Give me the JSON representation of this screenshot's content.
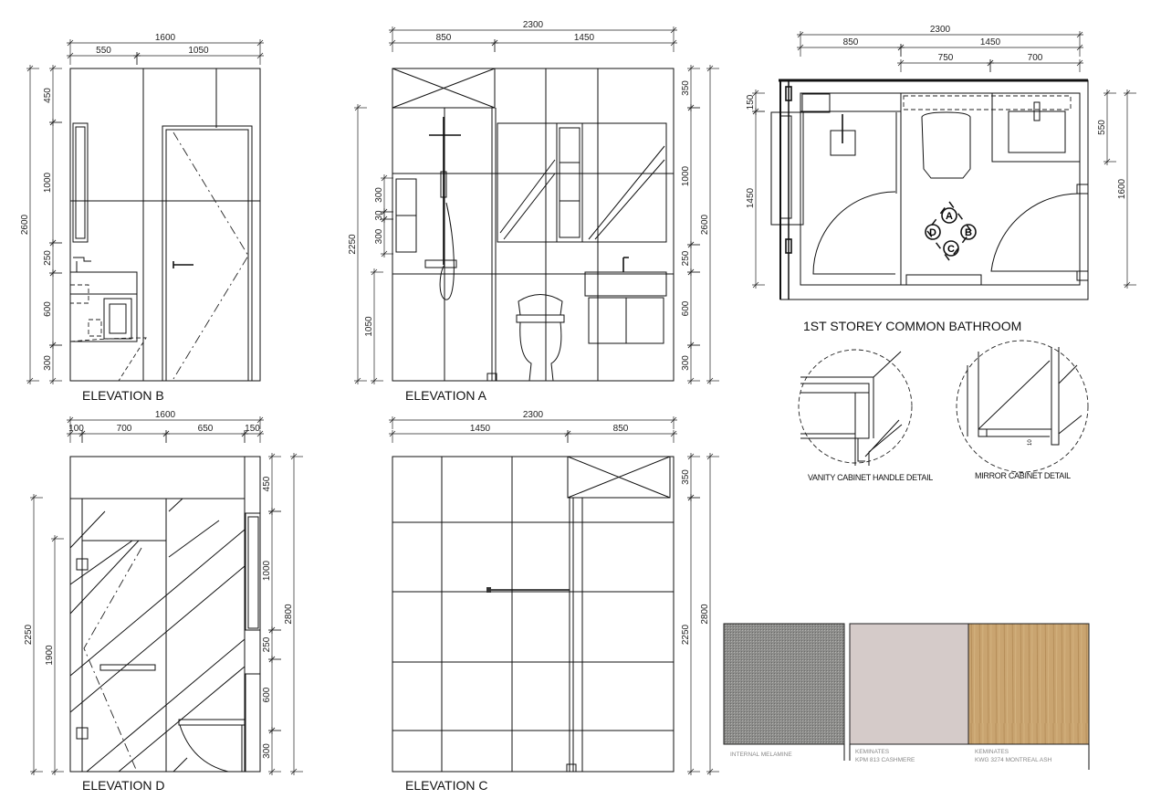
{
  "titles": {
    "elevation_b": "ELEVATION B",
    "elevation_a": "ELEVATION A",
    "elevation_d": "ELEVATION D",
    "elevation_c": "ELEVATION C",
    "plan": "1ST STOREY COMMON BATHROOM",
    "detail_vanity": "VANITY CABINET HANDLE DETAIL",
    "detail_mirror": "MIRROR CABINET DETAIL",
    "detail_mirror_dim": "10"
  },
  "plan_markers": [
    "A",
    "B",
    "C",
    "D"
  ],
  "dims": {
    "elevation_b": [
      "1600",
      "550",
      "1050",
      "2600",
      "450",
      "1000",
      "250",
      "600",
      "300"
    ],
    "elevation_a": [
      "2300",
      "850",
      "1450",
      "350",
      "1000",
      "250",
      "600",
      "300",
      "2600",
      "2250",
      "1050",
      "300",
      "30",
      "300"
    ],
    "elevation_d": [
      "1600",
      "100",
      "700",
      "650",
      "150",
      "450",
      "1000",
      "250",
      "600",
      "300",
      "2800",
      "2250",
      "1900"
    ],
    "elevation_c": [
      "2300",
      "1450",
      "850",
      "350",
      "2250",
      "2800"
    ],
    "plan": [
      "2300",
      "850",
      "1450",
      "750",
      "700",
      "150",
      "1450",
      "550",
      "1600"
    ]
  },
  "materials": [
    {
      "label_1": "INTERNAL MELAMINE",
      "label_2": "",
      "color": "#8a8a88"
    },
    {
      "label_1": "KEMINATES",
      "label_2": "KPM 813 CASHMERE",
      "color": "#d5cbc9"
    },
    {
      "label_1": "KEMINATES",
      "label_2": "KWG 3274 MONTREAL ASH",
      "color": "#c8a26e"
    }
  ]
}
